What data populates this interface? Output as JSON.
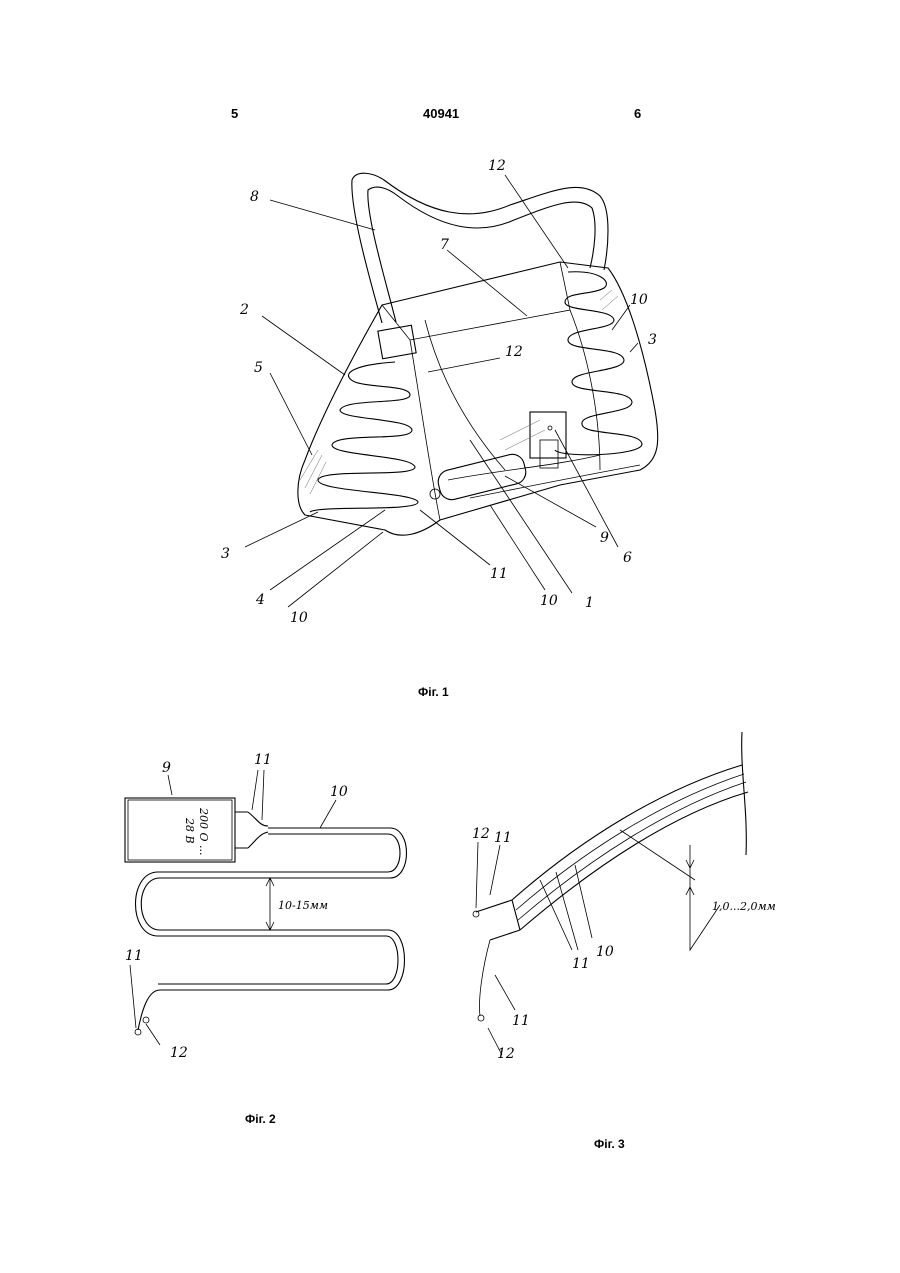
{
  "header": {
    "left_page": "5",
    "patent_number": "40941",
    "right_page": "6"
  },
  "figures": {
    "fig1": {
      "caption": "Фіг. 1",
      "labels": [
        "8",
        "7",
        "12",
        "10",
        "3",
        "2",
        "12",
        "5",
        "6",
        "9",
        "3",
        "11",
        "10",
        "1",
        "4",
        "10"
      ]
    },
    "fig2": {
      "caption": "Фіг. 2",
      "battery_text": [
        "200 О ...",
        "28 В"
      ],
      "dimension": "10-15мм",
      "labels": [
        "9",
        "11",
        "10",
        "11",
        "12"
      ]
    },
    "fig3": {
      "caption": "Фіг. 3",
      "dimension": "1,0...2,0мм",
      "labels": [
        "12",
        "11",
        "11",
        "10",
        "11",
        "12"
      ]
    }
  }
}
